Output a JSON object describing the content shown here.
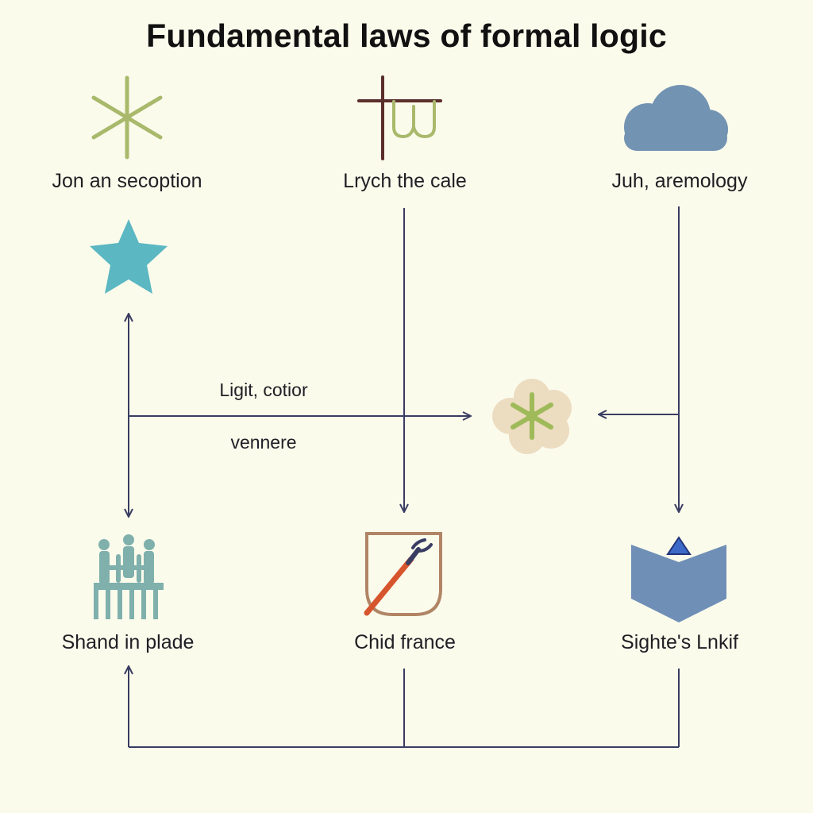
{
  "title": "Fundamental laws of formal logic",
  "colors": {
    "background": "#fbfbec",
    "arrow": "#3a3d62",
    "olive": "#a9b96c",
    "teal": "#5bb7c2",
    "slate_blue": "#7393b2",
    "steel_blue": "#6f8fb6",
    "brown": "#5a2f2a",
    "orange_red": "#d6552d",
    "tan": "#b08565",
    "sea_green": "#7fb0ac"
  },
  "nodes": [
    {
      "id": "snowflake",
      "icon": "snowflake-icon",
      "label": "Jon an secoption"
    },
    {
      "id": "rune",
      "icon": "rune-glyph-icon",
      "label": "Lrych the cale"
    },
    {
      "id": "cloud",
      "icon": "cloud-icon",
      "label": "Juh, aremology"
    },
    {
      "id": "star",
      "icon": "star-icon",
      "label": ""
    },
    {
      "id": "flower",
      "icon": "flower-icon",
      "label": ""
    },
    {
      "id": "people",
      "icon": "people-group-icon",
      "label": "Shand in plade"
    },
    {
      "id": "tool",
      "icon": "wrench-tool-icon",
      "label": "Chid france"
    },
    {
      "id": "book",
      "icon": "open-book-icon",
      "label": "Sighte's Lnkif"
    }
  ],
  "edge_labels": {
    "upper": "Ligit, cotior",
    "lower": "vennere"
  }
}
